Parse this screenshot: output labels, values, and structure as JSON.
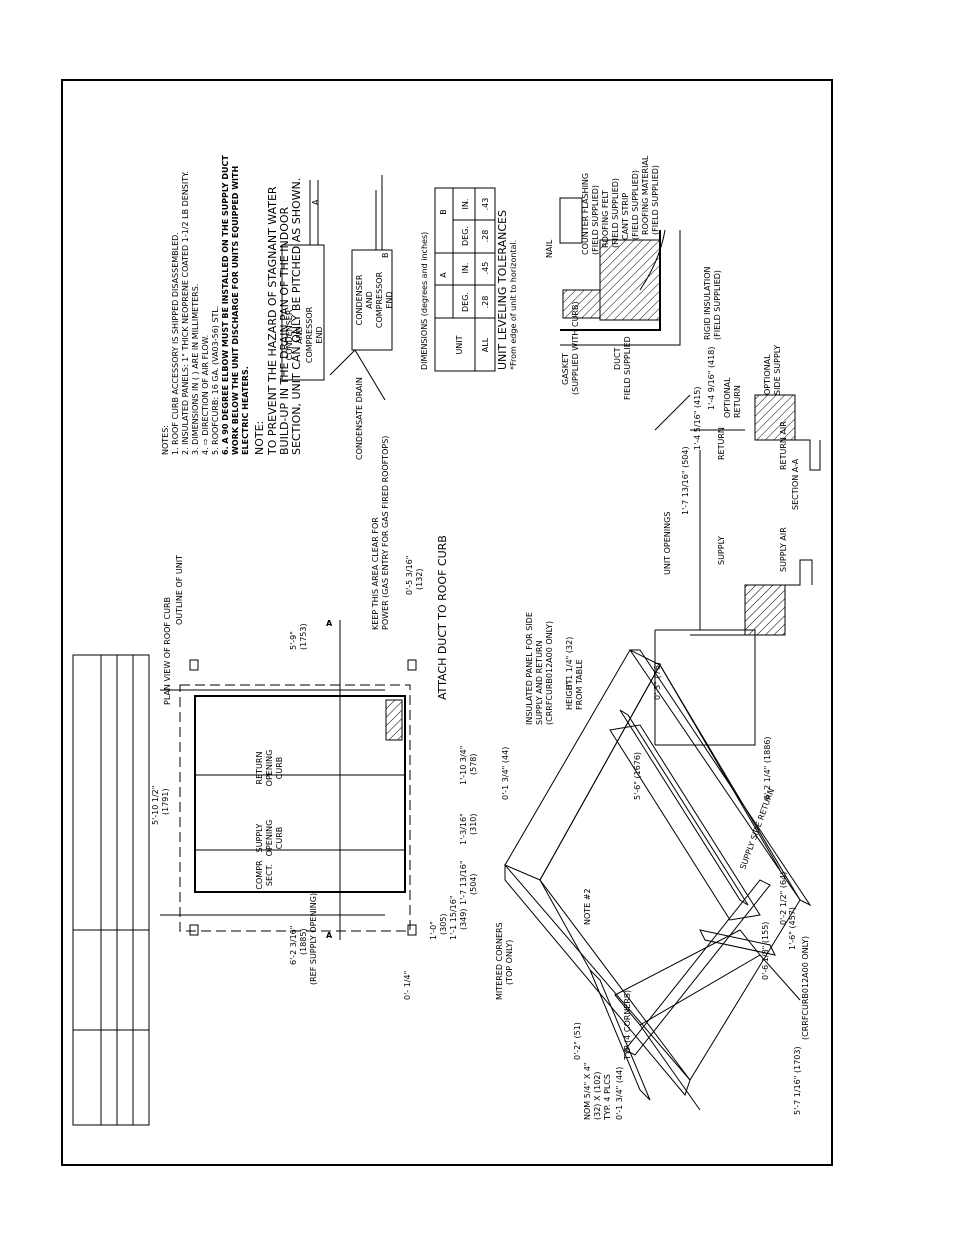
{
  "notes": {
    "heading": "NOTES:",
    "items": [
      "1. ROOF CURB ACCESSORY IS SHIPPED DISASSEMBLED.",
      "2. INSULATED PANELS: 1\" THICK NEOPRENE COATED 1-1/2 LB DENSITY.",
      "3. DIMENSIONS IN ( ) ARE IN MILLIMETERS.",
      "4. ⇨ DIRECTION OF AIR FLOW.",
      "5. ROOFCURB: 16 GA. (VA03-56) STL.",
      "6. A 90 DEGREE ELBOW MUST BE INSTALLED ON THE SUPPLY DUCT",
      "WORK BELOW THE UNIT DISCHARGE FOR UNITS EQUIPPED WITH",
      "ELECTRIC HEATERS."
    ]
  },
  "note_pitch": {
    "heading": "NOTE:",
    "lines": [
      "TO PREVENT THE HAZARD OF STAGNANT WATER",
      "BUILD-UP IN THE DRAIN PAN OF THE INDOOR",
      "SECTION, UNIT CAN ONLY BE PITCHED AS SHOWN."
    ]
  },
  "pitch_diagram": {
    "box_label": [
      "CONDENSER",
      "AND",
      "COMPRESSOR",
      "END"
    ],
    "label_a": "A",
    "label_b": "B",
    "drain_label": "CONDENSATE DRAIN"
  },
  "tolerances": {
    "title": "DIMENSIONS (degrees and inches)",
    "col_unit": "UNIT",
    "col_a": "A",
    "col_b": "B",
    "sub_headers": [
      "DEG.",
      "IN.",
      "DEG.",
      "IN."
    ],
    "row_label": "ALL",
    "row_values": [
      ".28",
      ".45",
      ".28",
      ".43"
    ],
    "caption": "UNIT LEVELING TOLERANCES",
    "caption_sub": "*From edge of unit to horizontal."
  },
  "plan_view": {
    "title": "ATTACH DUCT TO ROOF CURB",
    "plan_label": "PLAN VIEW OF ROOF CURB",
    "outline_label": "OUTLINE OF UNIT",
    "return_label": [
      "RETURN",
      "OPENING",
      "CURB"
    ],
    "supply_label": [
      "SUPPLY",
      "OPENING",
      "CURB"
    ],
    "compr_label": [
      "COMPR",
      "SECT."
    ],
    "keep_clear": [
      "KEEP THIS AREA CLEAR FOR",
      "POWER (GAS ENTRY FOR GAS FIRED ROOFTOPS)"
    ],
    "section_a": "A",
    "dims": {
      "d1": "5'-10 1/2\"",
      "d1mm": "(1791)",
      "d2": "5'-9\"",
      "d2mm": "(1753)",
      "d3": "6'-2 3/16\"",
      "d3mm": "(1885)",
      "d3note": "(REF SUPPLY OPENING)",
      "d4": "1'-10 3/4\"",
      "d4mm": "(578)",
      "d5": "1'-3/16\"",
      "d5mm": "(310)",
      "d6": "1'-7 13/16\"",
      "d6mm": "(504)",
      "d7": "1'-1 15/16\"",
      "d7mm": "(349)",
      "d8": "1'-0\"",
      "d8mm": "(305)",
      "d9": "0'-5 3/16\"",
      "d9mm": "(132)",
      "d10": "0'- 1/4\""
    }
  },
  "isometric": {
    "mitered": [
      "MITERED CORNERS",
      "(TOP ONLY)"
    ],
    "insulated": [
      "INSULATED PANEL FOR SIDE",
      "SUPPLY AND RETURN",
      "(CRRFCURB012A00 ONLY)"
    ],
    "typ": "TYP (4 CORNERS)",
    "note2": "NOTE #2",
    "height": [
      "HEIGHT",
      "FROM TABLE"
    ],
    "supply_side": "SUPPLY SIDE RETURN",
    "nom": [
      "NOM 5/4\" X 4\"",
      "(32) X (102)",
      "TYP. 4 PLCS"
    ],
    "dims": [
      "0'-1 3/4\" (44)",
      "0'-2\" (51)",
      "5'-7 1/16\" (1703)",
      "1'-6\" (457)",
      "0'-6 1/8\" (155)",
      "0'-2 1/2\" (64)",
      "6'-2 1/4\" (1886)",
      "5'-6\" (1676)",
      "0'-3\" (76)",
      "0'-1 1/4\" (32)",
      "0'-1 3/4\" (44)"
    ],
    "crrf": "(CRRFCURB012A00 ONLY)"
  },
  "section": {
    "title": "SECTION A-A",
    "unit_openings": "UNIT OPENINGS",
    "supply": "SUPPLY",
    "return": "RETURN",
    "supply_air": "SUPPLY AIR",
    "return_air": "RETURN AIR",
    "optional_return": [
      "OPTIONAL",
      "RETURN"
    ],
    "optional_supply": [
      "OPTIONAL",
      "SIDE SUPPLY"
    ],
    "d1": "1'-7 13/16\" (504)",
    "d2": "1'-4 5/16\" (415)",
    "d3": "1'-4 9/16\" (418)",
    "duct": [
      "DUCT",
      "FIELD SUPPLIED"
    ],
    "gasket": [
      "GASKET",
      "(SUPPLIED WITH CURB)"
    ],
    "nail": "NAIL",
    "counter": [
      "COUNTER FLASHING",
      "(FIELD SUPPLIED)"
    ],
    "felt": [
      "ROOFING FELT",
      "(FIELD SUPPLIED)"
    ],
    "cant": [
      "CANT STRIP",
      "(FIELD SUPPLIED)"
    ],
    "roofing": [
      "ROOFING MATERIAL",
      "(FIELD SUPPLIED)"
    ],
    "rigid": [
      "RIGID INSULATION",
      "(FIELD SUPPLIED)"
    ]
  }
}
